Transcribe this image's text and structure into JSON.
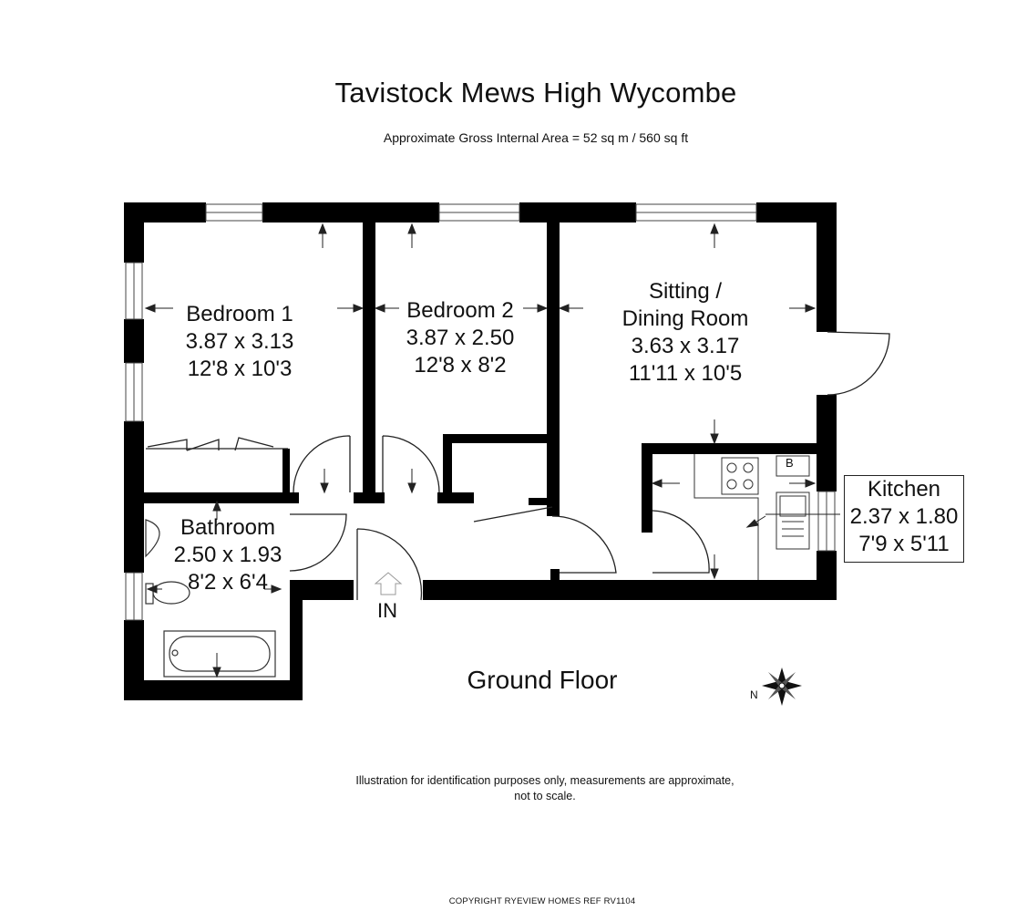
{
  "header": {
    "title": "Tavistock Mews  High Wycombe",
    "subtitle": "Approximate Gross Internal Area = 52 sq m / 560 sq ft"
  },
  "rooms": {
    "bedroom1": {
      "name": "Bedroom 1",
      "metric": "3.87 x 3.13",
      "imperial": "12'8 x 10'3"
    },
    "bedroom2": {
      "name": "Bedroom 2",
      "metric": "3.87 x 2.50",
      "imperial": "12'8 x 8'2"
    },
    "sitting": {
      "name_line1": "Sitting /",
      "name_line2": "Dining Room",
      "metric": "3.63 x 3.17",
      "imperial": "11'11 x 10'5"
    },
    "bathroom": {
      "name": "Bathroom",
      "metric": "2.50 x 1.93",
      "imperial": "8'2 x 6'4"
    },
    "kitchen": {
      "name": "Kitchen",
      "metric": "2.37 x 1.80",
      "imperial": "7'9 x 5'11"
    }
  },
  "labels": {
    "entrance": "IN",
    "boiler": "B",
    "floor": "Ground Floor",
    "compass_north": "N"
  },
  "footer": {
    "disclaimer_line1": "Illustration for identification purposes only, measurements are approximate,",
    "disclaimer_line2": "not to scale.",
    "copyright": "COPYRIGHT RYEVIEW HOMES   REF RV1104"
  }
}
